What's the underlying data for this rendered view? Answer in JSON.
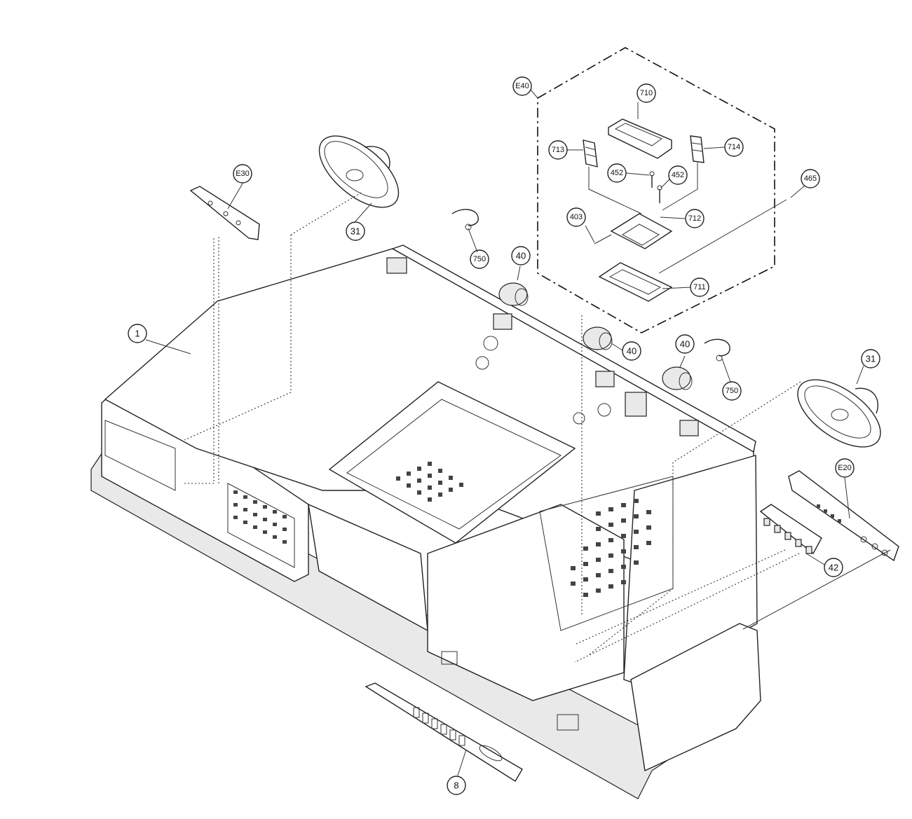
{
  "callouts": {
    "c1": "1",
    "c31a": "31",
    "c31b": "31",
    "c40a": "40",
    "c40b": "40",
    "c40c": "40",
    "c750a": "750",
    "c750b": "750",
    "c42": "42",
    "c8": "8",
    "cE20": "E20",
    "cE30": "E30",
    "cE40": "E40",
    "c710": "710",
    "c711": "711",
    "c712": "712",
    "c713": "713",
    "c714": "714",
    "c452a": "452",
    "c452b": "452",
    "c403": "403",
    "c465": "465"
  },
  "colors": {
    "ink": "#222222",
    "background": "#ffffff"
  }
}
